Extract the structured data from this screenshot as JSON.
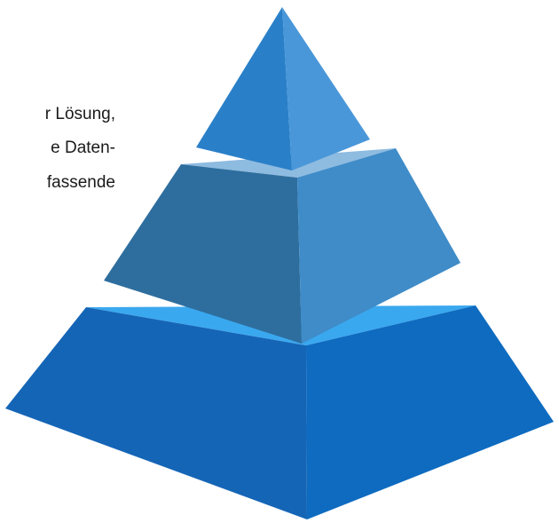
{
  "text_lines": [
    "r Lösung,",
    "e Daten-",
    "fassende"
  ],
  "pyramid": {
    "levels": 3,
    "colors": {
      "bottom_left": "#1565b6",
      "bottom_right": "#0e6bc0",
      "bottom_top": "#3aa8ef",
      "middle_left": "#2e6e9e",
      "middle_right": "#3f8cc8",
      "middle_top": "#8ebbe0",
      "top_left": "#2a80c8",
      "top_right": "#4997d9"
    }
  }
}
